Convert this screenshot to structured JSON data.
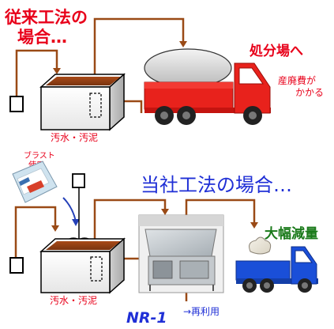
{
  "top": {
    "title_line1": "従来工法の",
    "title_line2": "場合…",
    "tank_label": "汚水・汚泥",
    "destination_label": "処分場へ",
    "cost_line1": "産廃費が",
    "cost_line2": "かかる"
  },
  "bottom": {
    "title": "当社工法の場合…",
    "product_line1": "ブラスト",
    "product_line2": "使用",
    "tank_label": "汚水・汚泥",
    "reduction_label": "大幅減量",
    "machine_name": "NR-1",
    "reuse_label": "→再利用"
  },
  "colors": {
    "pipe": "#9a4a16",
    "sludge": "#8a3b12",
    "title_red": "#e8001a",
    "title_blue": "#1f2fd6",
    "label_red": "#e8001a",
    "truck_red": "#e8221c",
    "truck_blue": "#1a4fd8",
    "reduction_green": "#1a7a1a"
  }
}
